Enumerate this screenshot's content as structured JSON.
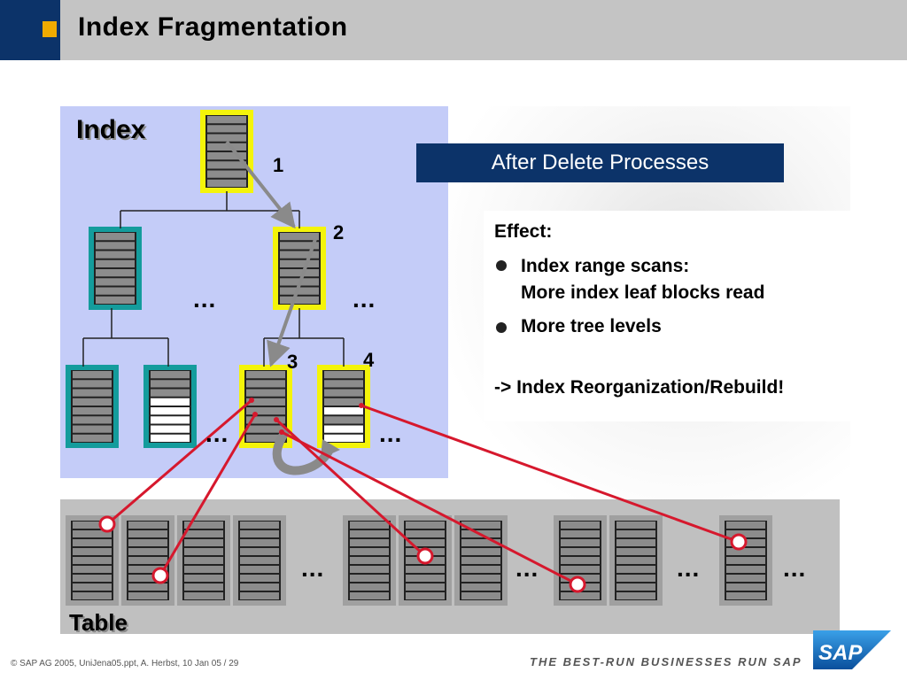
{
  "header": {
    "title": "Index Fragmentation"
  },
  "index_panel": {
    "label": "Index"
  },
  "table_panel": {
    "label": "Table"
  },
  "labels": {
    "n1": "1",
    "n2": "2",
    "n3": "3",
    "n4": "4",
    "ellipsis": "..."
  },
  "after_box": {
    "text": "After Delete Processes"
  },
  "effect": {
    "title": "Effect:",
    "item1_line1": "Index range scans:",
    "item1_line2": "More index leaf blocks read",
    "item2": "More tree levels",
    "conclusion": "-> Index Reorganization/Rebuild!"
  },
  "footer": {
    "copyright": "©  SAP AG 2005, UniJena05.ppt,  A. Herbst, 10 Jan 05 / 29",
    "slogan": "THE BEST-RUN BUSINESSES RUN SAP",
    "logo_text": "SAP"
  },
  "colors": {
    "header_blue": "#0c3369",
    "header_grey": "#c4c4c4",
    "accent_orange": "#f0ab00",
    "index_panel": "#c4ccf8",
    "table_panel": "#c0c0c0",
    "highlight_yellow": "#f4f40a",
    "teal_border": "#149c9c",
    "arrow_red": "#d6182d"
  }
}
